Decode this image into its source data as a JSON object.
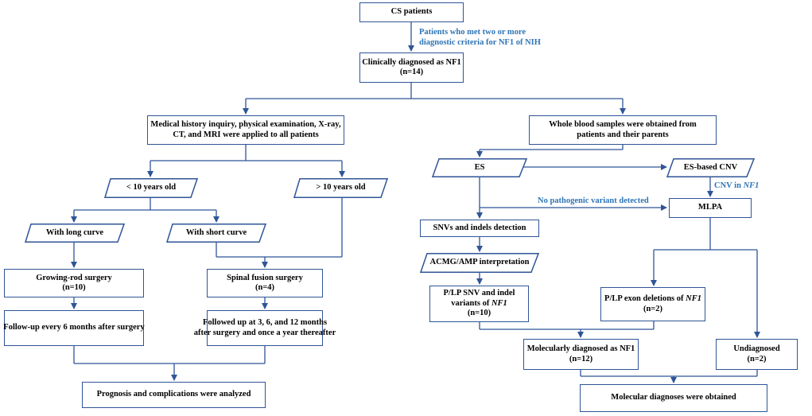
{
  "colors": {
    "line": "#2f5597",
    "edge_label": "#2e75b6",
    "text": "#000000"
  },
  "nodes": {
    "cs_patients": "CS patients",
    "clinical_nf1": {
      "line1": "Clinically diagnosed as NF1",
      "line2": "(n=14)"
    },
    "medical_history": {
      "line1": "Medical history inquiry, physical examination, X-ray,",
      "line2": "CT, and MRI were applied to all patients"
    },
    "whole_blood": {
      "line1": "Whole blood samples were obtained from",
      "line2": "patients and their parents"
    },
    "under10": "< 10 years old",
    "over10": "> 10 years old",
    "long_curve": "With long curve",
    "short_curve": "With short curve",
    "growing_rod": {
      "line1": "Growing-rod surgery",
      "line2": "(n=10)"
    },
    "spinal_fusion": {
      "line1": "Spinal fusion surgery",
      "line2": "(n=4)"
    },
    "followup6": "Follow-up every 6 months after surgery",
    "followup3612": {
      "line1": "Followed up at 3, 6, and 12 months",
      "line2": "after surgery and once a year thereafter"
    },
    "prognosis": "Prognosis and complications were analyzed",
    "es": "ES",
    "es_cnv": "ES-based CNV",
    "mlpa": "MLPA",
    "snv_detect": "SNVs and indels detection",
    "acmg": "ACMG/AMP interpretation",
    "plp_snv": {
      "line1": "P/LP SNV and indel",
      "line2_prefix": "variants of ",
      "gene": "NF1",
      "line3": "(n=10)"
    },
    "plp_exon": {
      "line1_prefix": "P/LP exon deletions of ",
      "gene": "NF1",
      "line2": "(n=2)"
    },
    "mol_nf1": {
      "line1": "Molecularly diagnosed as NF1",
      "line2": "(n=12)"
    },
    "undiagnosed": {
      "line1": "Undiagnosed",
      "line2": "(n=2)"
    },
    "mol_obtained": "Molecular diagnoses were obtained"
  },
  "edge_labels": {
    "criteria": {
      "line1": "Patients who met two or more",
      "line2": "diagnostic criteria for NF1 of NIH"
    },
    "cnv_in_prefix": "CNV in ",
    "cnv_in_gene": "NF1",
    "no_pathogenic": "No pathogenic variant detected"
  }
}
